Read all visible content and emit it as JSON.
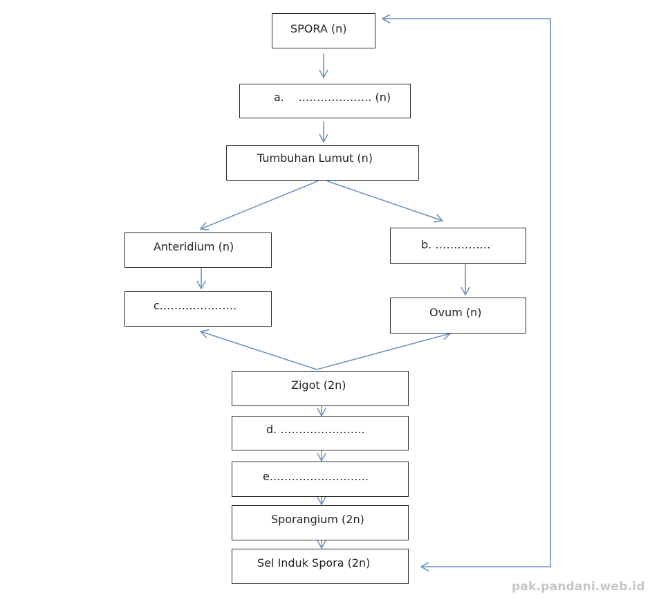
{
  "diagram": {
    "nodes": {
      "spora": "SPORA (n)",
      "a": "a.    ……………….. (n)",
      "tumbuhan_lumut": "Tumbuhan Lumut (n)",
      "anteridium": "Anteridium (n)",
      "b": "b. ……………",
      "c": "c.………………..",
      "ovum": "Ovum (n)",
      "zigot": "Zigot (2n)",
      "d": "d. …………………..",
      "e": "e.……………………..",
      "sporangium": "Sporangium (2n)",
      "sel_induk_spora": "Sel Induk Spora (2n)"
    },
    "arrow_color": "#6f93bf"
  },
  "watermark": "pak.pandani.web.id"
}
